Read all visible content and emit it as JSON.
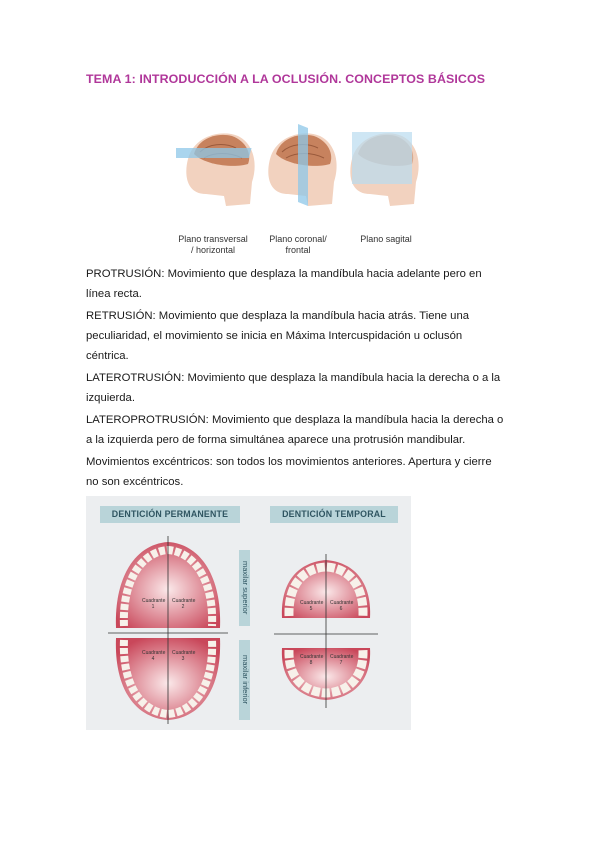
{
  "title": "TEMA 1: INTRODUCCIÓN A LA OCLUSIÓN. CONCEPTOS BÁSICOS",
  "planes": {
    "labels": [
      {
        "line1": "Plano transversal",
        "line2": "/ horizontal"
      },
      {
        "line1": "Plano coronal/",
        "line2": "frontal"
      },
      {
        "line1": "Plano sagital",
        "line2": ""
      }
    ]
  },
  "paragraphs": {
    "p1": {
      "line1": "PROTRUSIÓN: Movimiento que desplaza la mandíbula hacia adelante pero en",
      "line2": "línea recta."
    },
    "p2": {
      "line1": "RETRUSIÓN: Movimiento que desplaza la mandíbula hacia atrás. Tiene una",
      "line2": "peculiaridad, el movimiento se inicia en Máxima Intercuspidación u oclusón",
      "line3": "céntrica."
    },
    "p3": {
      "line1": "LATEROTRUSIÓN: Movimiento que desplaza la mandíbula hacia la derecha o a la",
      "line2": "izquierda."
    },
    "p4": {
      "line1": "LATEROPROTRUSIÓN: Movimiento que desplaza la mandíbula hacia la derecha o",
      "line2": "a la izquierda pero de forma simultánea aparece una protrusión mandibular."
    },
    "p5": {
      "line1": "Movimientos excéntricos: son todos los movimientos anteriores. Apertura y cierre",
      "line2": "no son excéntricos."
    }
  },
  "dentition": {
    "permanent_title": "DENTICIÓN PERMANENTE",
    "temporary_title": "DENTICIÓN TEMPORAL",
    "upper_label": "maxilar superior",
    "lower_label": "maxilar inferior",
    "quadrant_word": "Cuadrante",
    "perm_quadrants": [
      "1",
      "2",
      "4",
      "3"
    ],
    "temp_quadrants": [
      "5",
      "6",
      "8",
      "7"
    ],
    "colors": {
      "gum": "#c9475a",
      "tooth": "#f7f1ea",
      "number": "#7aa83a",
      "header": "#b9d4d9"
    }
  }
}
